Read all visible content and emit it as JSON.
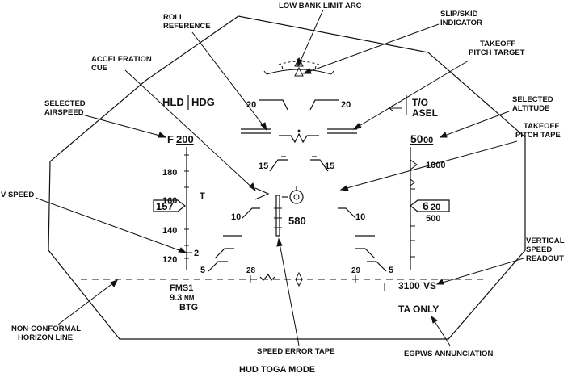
{
  "caption": "HUD TOGA MODE",
  "callouts": {
    "low_bank_limit_arc": "LOW BANK LIMIT ARC",
    "roll_reference_1": "ROLL",
    "roll_reference_2": "REFERENCE",
    "slip_skid_1": "SLIP/SKID",
    "slip_skid_2": "INDICATOR",
    "takeoff_pitch_target_1": "TAKEOFF",
    "takeoff_pitch_target_2": "PITCH TARGET",
    "acceleration_cue_1": "ACCELERATION",
    "acceleration_cue_2": "CUE",
    "selected_airspeed_1": "SELECTED",
    "selected_airspeed_2": "AIRSPEED",
    "selected_altitude_1": "SELECTED",
    "selected_altitude_2": "ALTITUDE",
    "takeoff_pitch_tape_1": "TAKEOFF",
    "takeoff_pitch_tape_2": "PITCH TAPE",
    "v_speed": "V-SPEED",
    "vertical_speed_readout_1": "VERTICAL",
    "vertical_speed_readout_2": "SPEED",
    "vertical_speed_readout_3": "READOUT",
    "non_conformal_horizon_1": "NON-CONFORMAL",
    "non_conformal_horizon_2": "HORIZON LINE",
    "speed_error_tape": "SPEED ERROR TAPE",
    "egpws_annunciation": "EGPWS ANNUNCIATION"
  },
  "hud": {
    "lateral_mode": "HLD",
    "heading_mode": "HDG",
    "vertical_mode_1": "T/O",
    "vertical_mode_2": "ASEL",
    "selected_speed_prefix": "F",
    "selected_speed": "200",
    "airspeed_ticks": [
      "180",
      "140",
      "120"
    ],
    "airspeed_ticks_hidden": "160",
    "airspeed_box": "157",
    "t_marker": "T",
    "vspeed_marker": "2",
    "selected_altitude_big": "50",
    "selected_altitude_small": "00",
    "altitude_tick_1000": "1000",
    "altitude_tick_500": "500",
    "altitude_box_big": "6",
    "altitude_box_small": "20",
    "pitch_20": "20",
    "pitch_15": "15",
    "pitch_10": "10",
    "pitch_5": "5",
    "heading_left": "28",
    "heading_right": "29",
    "center_readout": "580",
    "nav_source": "FMS1",
    "distance_value": "9.3",
    "distance_unit": "NM",
    "waypoint": "BTG",
    "vs_value": "3100",
    "vs_unit": "VS",
    "egpws": "TA ONLY"
  }
}
